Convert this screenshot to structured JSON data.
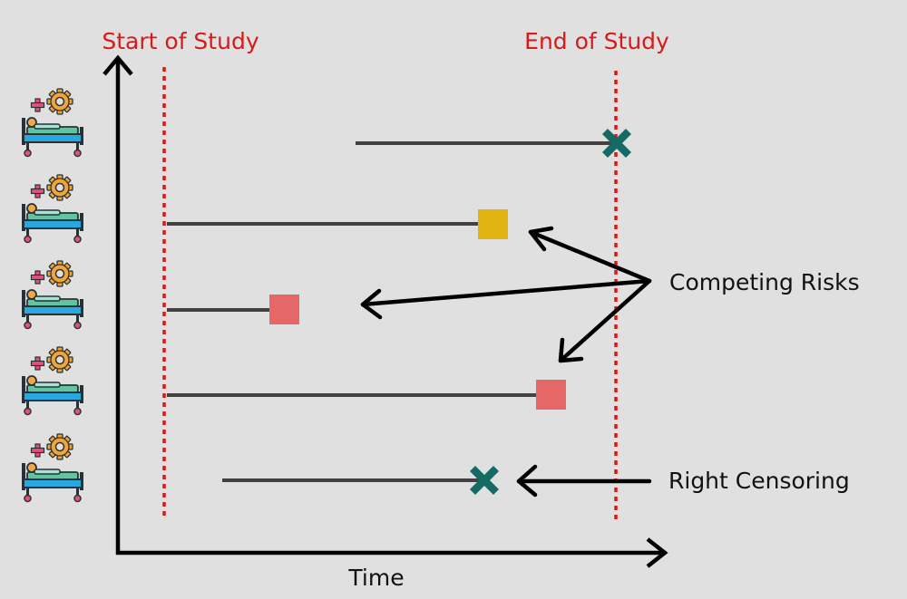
{
  "labels": {
    "start": "Start of Study",
    "end": "End of Study",
    "time_axis": "Time",
    "competing": "Competing Risks",
    "censoring": "Right Censoring"
  },
  "colors": {
    "background": "#e0e0e0",
    "study_boundary": "#d91a1a",
    "timeline": "#454141",
    "censor_mark": "#136b63",
    "event_yellow": "#e0b414",
    "event_red": "#e56767",
    "arrow": "#000000"
  },
  "icons": [
    "hospital-bed-patient-icon",
    "medical-cross-icon",
    "gear-icon"
  ],
  "subjects": [
    {
      "outcome": "right-censored-at-study-end",
      "marker": "censor-x"
    },
    {
      "outcome": "competing-event",
      "marker": "yellow-square"
    },
    {
      "outcome": "competing-event",
      "marker": "red-square"
    },
    {
      "outcome": "competing-event",
      "marker": "red-square"
    },
    {
      "outcome": "right-censored",
      "marker": "censor-x"
    }
  ]
}
